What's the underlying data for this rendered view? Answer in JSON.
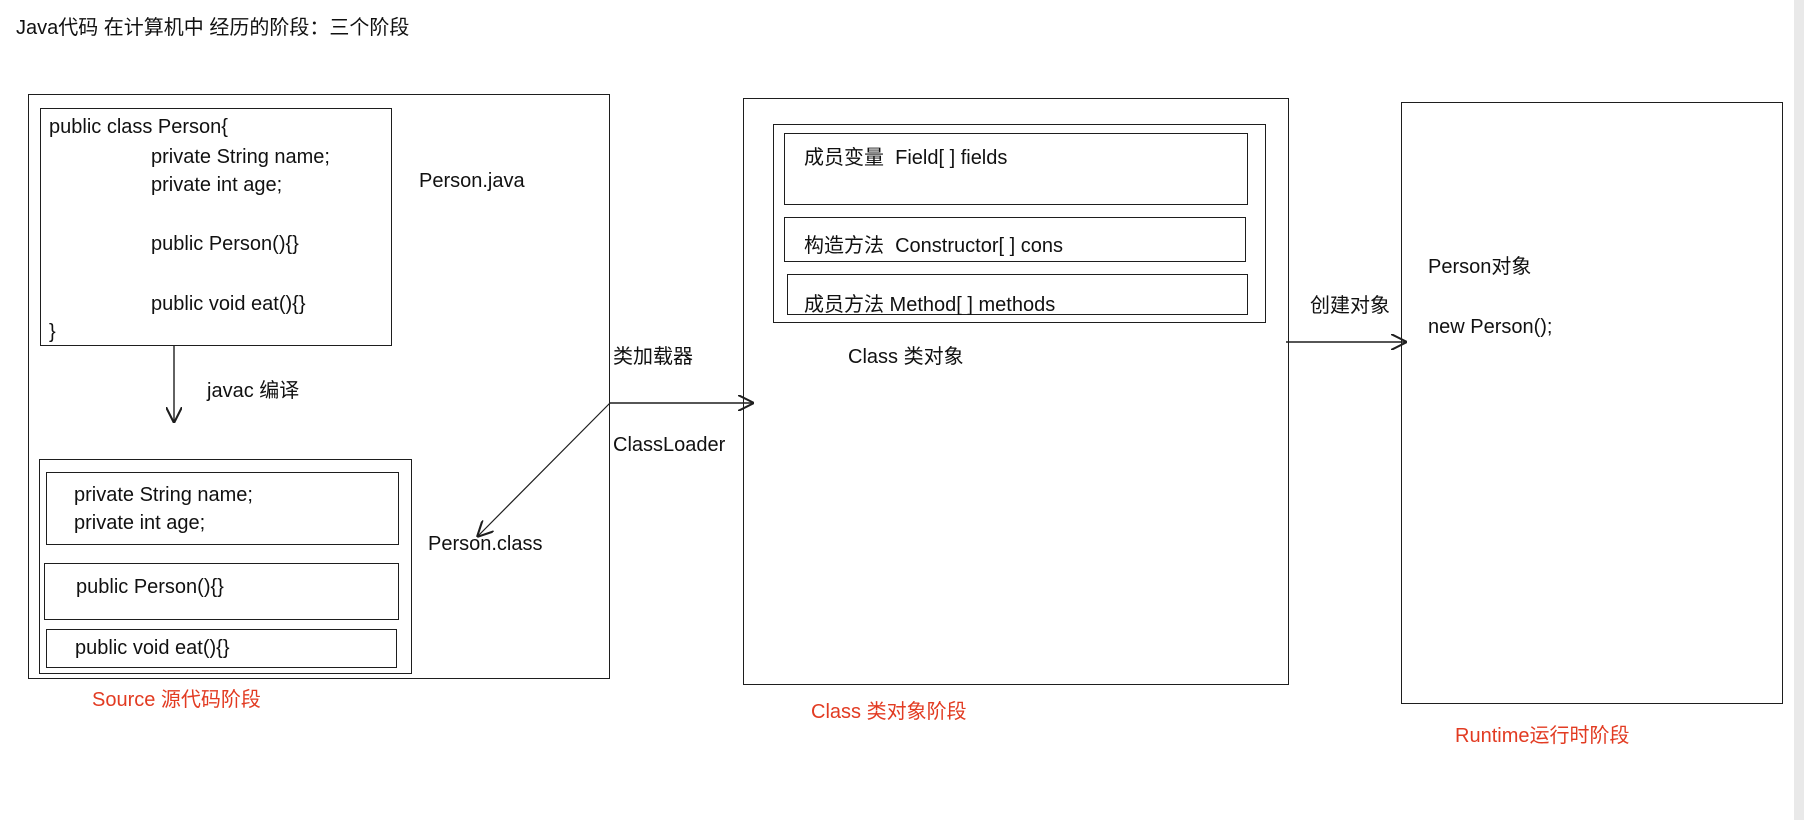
{
  "title": "Java代码 在计算机中 经历的阶段：三个阶段",
  "colors": {
    "stage_label": "#e23b22",
    "lines": "#1e1e1e"
  },
  "source": {
    "code_lines": [
      "public class Person{",
      "private String name;",
      "private int age;",
      "public Person(){}",
      "public void eat(){}",
      "}"
    ],
    "file_label": "Person.java",
    "compile_label": "javac 编译",
    "class_file_members": {
      "fields": [
        "private String name;",
        "private int age;"
      ],
      "constructor": "public Person(){}",
      "method": "public void eat(){}"
    },
    "class_file_label": "Person.class",
    "stage_label": "Source 源代码阶段"
  },
  "loader": {
    "label_cn": "类加载器",
    "label_en": "ClassLoader"
  },
  "class_object": {
    "fields": "成员变量  Field[ ] fields",
    "constructors": "构造方法  Constructor[ ] cons",
    "methods": "成员方法 Method[ ] methods",
    "label": "Class 类对象",
    "stage_label": "Class 类对象阶段"
  },
  "create_label": "创建对象",
  "runtime": {
    "object_label": "Person对象",
    "code": "new Person();",
    "stage_label": "Runtime运行时阶段"
  }
}
